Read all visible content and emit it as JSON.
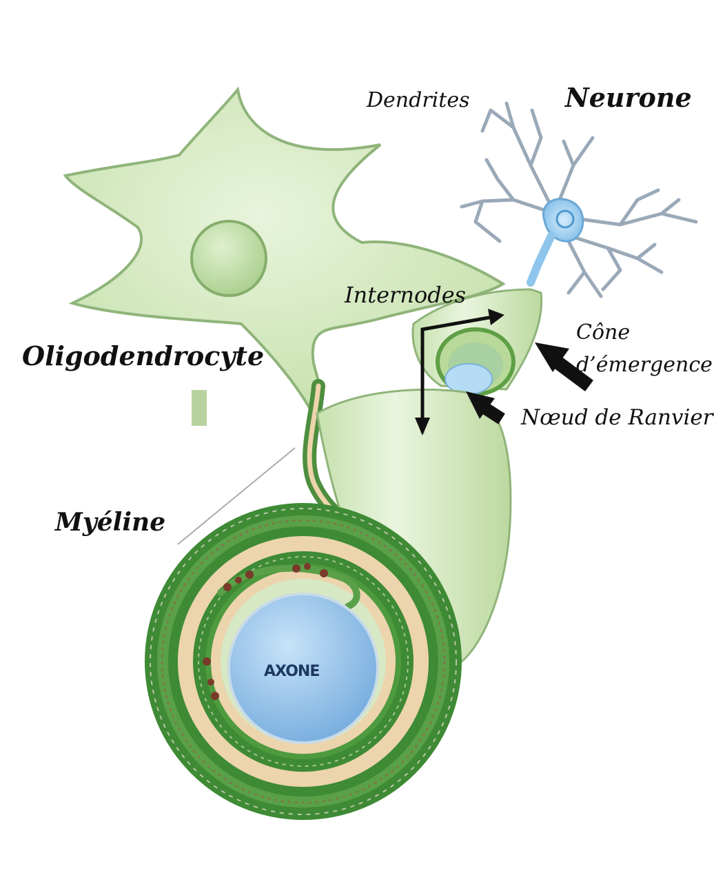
{
  "labels": {
    "neurone": "Neurone",
    "dendrites": "Dendrites",
    "internodes": "Internodes",
    "oligodendrocyte": "Oligodendrocyte",
    "cone_line1": "Cône",
    "cone_line2": "d’émergence",
    "ranvier": "Nœud de Ranvier",
    "myeline": "Myéline",
    "axone": "AXONE"
  },
  "colors": {
    "cell_green": "#c9e3b1",
    "cell_outline": "#8fb47a",
    "myelin_dark": "#3f8a35",
    "myelin_tan": "#ecd4ad",
    "axon_blue": "#7fb4e2",
    "neuron_body": "#8ec5ec",
    "neuron_dendrite": "#9aa9b8",
    "arrow": "#111111"
  }
}
